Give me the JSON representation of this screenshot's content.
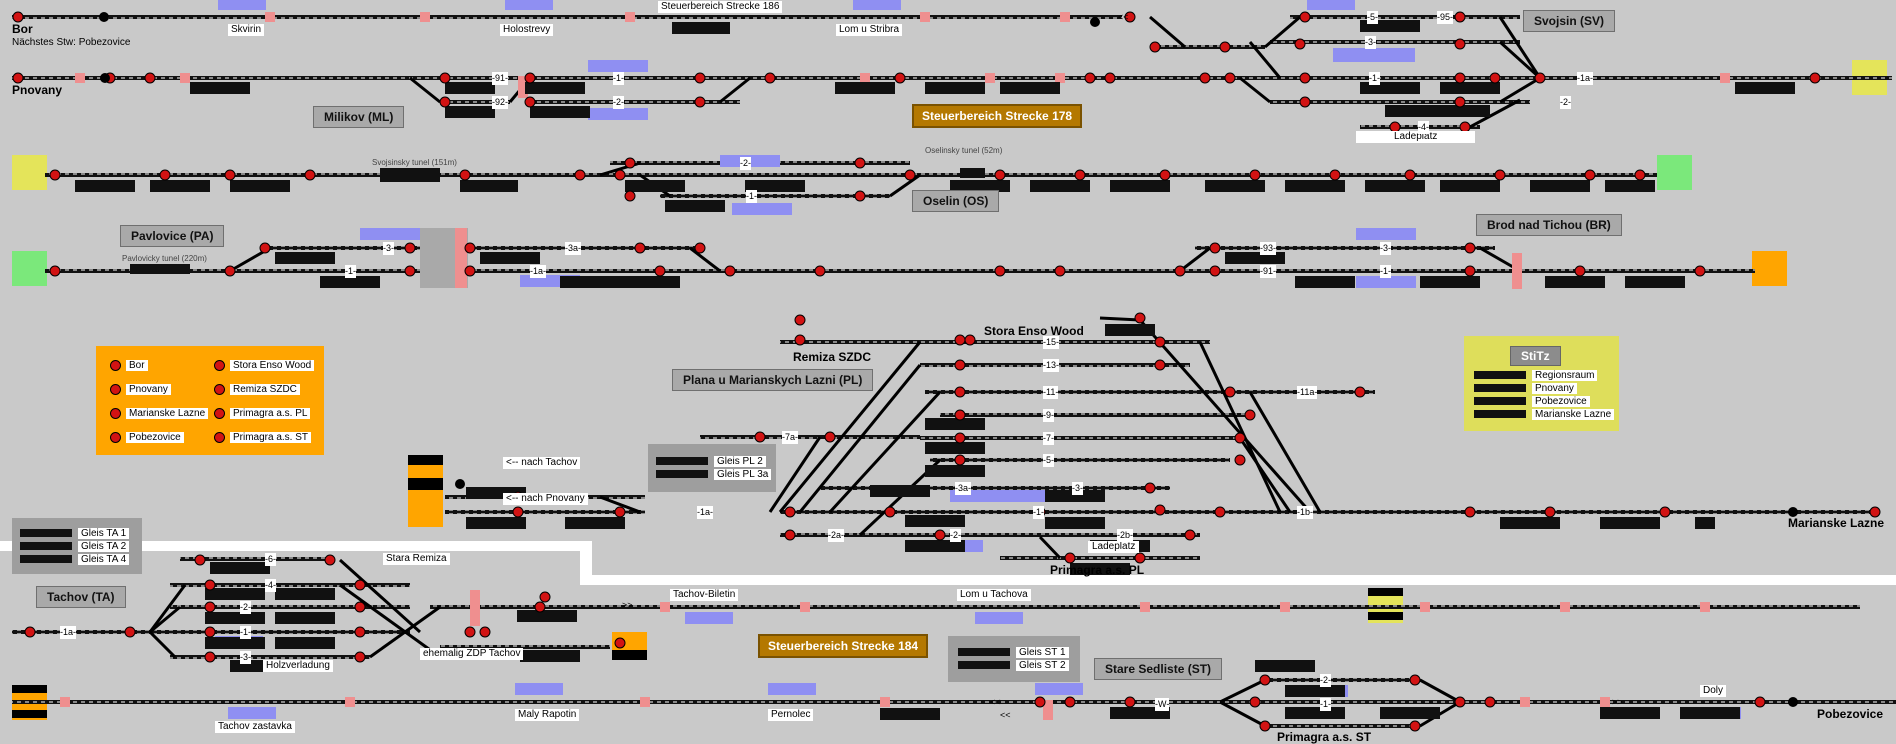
{
  "header": {
    "station_left": "Bor",
    "next_dispatcher": "Nächstes Stw: Pobezovice",
    "pnovany": "Pnovany"
  },
  "sections": [
    {
      "id": "sb186",
      "label": "Steuerbereich Strecke 186"
    },
    {
      "id": "sb178",
      "label": "Steuerbereich Strecke 178"
    },
    {
      "id": "sb184",
      "label": "Steuerbereich Strecke 184"
    }
  ],
  "stations": {
    "svojsin": "Svojsin (SV)",
    "milikov": "Milikov (ML)",
    "oselin": "Oselin (OS)",
    "pavlovice": "Pavlovice (PA)",
    "brod": "Brod nad Tichou (BR)",
    "plana": "Plana u Marianskych Lazni (PL)",
    "tachov": "Tachov (TA)",
    "stare": "Stare Sedliste (ST)"
  },
  "places": {
    "skvirin": "Skvirin",
    "holostrevy": "Holostrevy",
    "lom_stribra": "Lom u Stribra",
    "ladeplatz1": "Ladeplatz",
    "remiza": "Remiza SZDC",
    "stora": "Stora Enso Wood",
    "ladeplatz2": "Ladeplatz",
    "primagra_pl": "Primagra a.s. PL",
    "marianske": "Marianske Lazne",
    "nach_tachov": "<-- nach Tachov",
    "nach_pnovany": "<-- nach Pnovany",
    "stara_remiza": "Stara Remiza",
    "holzverladung": "Holzverladung",
    "ehemalig": "ehemalig ZDP Tachov",
    "tachov_biletin": "Tachov-Biletin",
    "lom_tachova": "Lom u Tachova",
    "tachov_zastavka": "Tachov zastavka",
    "maly_rapotin": "Maly Rapotin",
    "pernolec": "Pernolec",
    "doly": "Doly",
    "pobezovice": "Pobezovice",
    "primagra_st": "Primagra a.s. ST"
  },
  "tunnels": {
    "svojsinsky": "Svojsinsky tunel (151m)",
    "oselinsky": "Oselinsky tunel (52m)",
    "pavlovicky": "Pavlovicky tunel (220m)"
  },
  "legend": {
    "col1": [
      "Bor",
      "Pnovany",
      "Marianske Lazne",
      "Pobezovice"
    ],
    "col2": [
      "Stora Enso Wood",
      "Remiza SZDC",
      "Primagra a.s. PL",
      "Primagra a.s. ST"
    ]
  },
  "stitz": {
    "title": "StiTz",
    "items": [
      "Regionsraum",
      "Pnovany",
      "Pobezovice",
      "Marianske Lazne"
    ]
  },
  "gleis_pl": [
    "Gleis PL 2",
    "Gleis PL 3a"
  ],
  "gleis_ta": [
    "Gleis TA 1",
    "Gleis TA 2",
    "Gleis TA 4"
  ],
  "gleis_st": [
    "Gleis ST 1",
    "Gleis ST 2"
  ],
  "track_labels": {
    "svojsin_5": "-5-",
    "svojsin_95": "-95-",
    "svojsin_3": "-3-",
    "svojsin_1": "-1-",
    "svojsin_1a": "-1a-",
    "svojsin_2": "-2-",
    "svojsin_4": "-4-",
    "milikov_91": "-91-",
    "milikov_92": "-92-",
    "milikov_1": "-1-",
    "milikov_2": "-2-",
    "oselin_2": "-2-",
    "oselin_1": "-1-",
    "pav_3": "-3-",
    "pav_1": "-1-",
    "pav_1a": "-1a-",
    "pav_3a": "-3a-",
    "brod_93": "-93-",
    "brod_3": "-3-",
    "brod_91": "-91-",
    "brod_1": "-1-",
    "pl_15": "-15-",
    "pl_13": "-13-",
    "pl_11": "-11-",
    "pl_11a": "-11a-",
    "pl_9": "-9-",
    "pl_7": "-7-",
    "pl_7a": "-7a-",
    "pl_5": "-5-",
    "pl_3a": "-3a-",
    "pl_3": "-3-",
    "pl_1": "-1-",
    "pl_1a": "-1a-",
    "pl_1b": "-1b-",
    "pl_2": "-2-",
    "pl_2a": "-2a-",
    "pl_2b": "-2b-",
    "ta_6": "-6-",
    "ta_4": "-4-",
    "ta_2": "-2-",
    "ta_1": "-1-",
    "ta_3": "-3-",
    "ta_1a": "-1a-",
    "st_2": "-2-",
    "st_1": "-1-",
    "st_w": "-W-"
  },
  "colors": {
    "background": "#c9c9c9",
    "track": "#000000",
    "signal_red": "#d21313",
    "block_blue": "#8f8ff2",
    "block_pink": "#ef8f8f",
    "legend_orange": "#ffa500",
    "stitz_yellow": "#dede5b",
    "section_brown": "#b47800",
    "edge_green": "#7be87b",
    "edge_yellow": "#e4e45a"
  }
}
